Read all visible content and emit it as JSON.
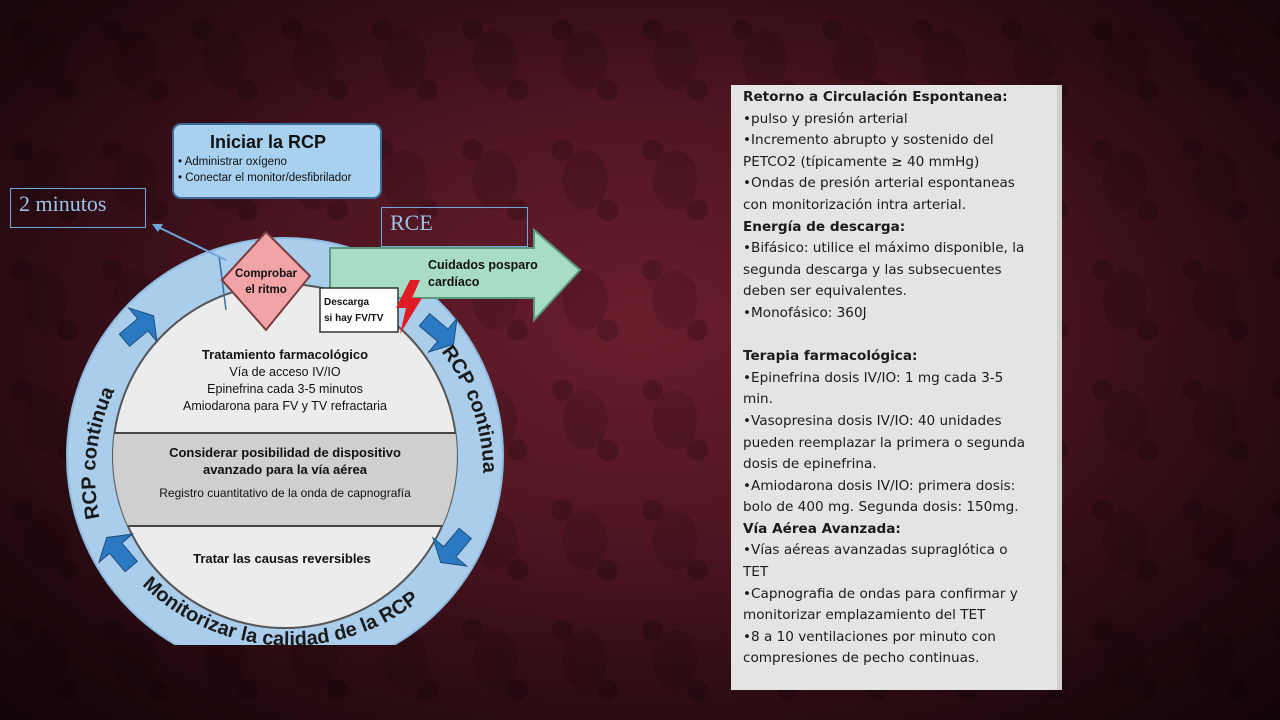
{
  "diagram": {
    "start_box": {
      "title": "Iniciar la RCP",
      "items": [
        "• Administrar oxígeno",
        "• Conectar el monitor/desfibrilador"
      ]
    },
    "rhythm_check": [
      "Comprobar",
      "el ritmo"
    ],
    "shock_box": [
      "Descarga",
      "si hay FV/TV"
    ],
    "post_arrest_arrow": [
      "Cuidados posparo",
      "cardíaco"
    ],
    "sections": {
      "drug": {
        "title": "Tratamiento farmacológico",
        "lines": [
          "Vía de acceso IV/IO",
          "Epinefrina cada 3-5 minutos",
          "Amiodarona para FV y TV refractaria"
        ]
      },
      "airway": {
        "title_lines": [
          "Considerar posibilidad de dispositivo",
          "avanzado para la vía aérea"
        ],
        "line": "Registro cuantitativo de la onda de capnografía"
      },
      "causes": {
        "title": "Tratar las causas reversibles"
      }
    },
    "ring_left": "RCP continua",
    "ring_right": "RCP continua",
    "ring_bottom": "Monitorizar la calidad de la RCP"
  },
  "labels": {
    "two_minutes": "2 minutos",
    "rce": "RCE"
  },
  "panel": {
    "lines": [
      {
        "text": "Retorno a Circulación Espontanea:",
        "bold": true
      },
      {
        "text": "•pulso y presión arterial"
      },
      {
        "text": "•Incremento abrupto y sostenido del"
      },
      {
        "text": "PETCO2 (típicamente ≥ 40 mmHg)"
      },
      {
        "text": "•Ondas de presión arterial espontaneas"
      },
      {
        "text": "con monitorización intra arterial."
      },
      {
        "text": "Energía de descarga:",
        "bold": true
      },
      {
        "text": "•Bifásico: utilice el máximo disponible, la"
      },
      {
        "text": "segunda descarga y las subsecuentes"
      },
      {
        "text": "deben ser equivalentes."
      },
      {
        "text": "•Monofásico: 360J"
      },
      {
        "text": ""
      },
      {
        "text": "Terapia farmacológica:",
        "bold": true
      },
      {
        "text": "•Epinefrina dosis IV/IO: 1 mg cada 3-5"
      },
      {
        "text": "min."
      },
      {
        "text": "•Vasopresina dosis IV/IO: 40 unidades"
      },
      {
        "text": "pueden reemplazar la primera o segunda"
      },
      {
        "text": "dosis de epinefrina."
      },
      {
        "text": "•Amiodarona dosis IV/IO: primera dosis:"
      },
      {
        "text": "bolo de 400 mg. Segunda dosis: 150mg."
      },
      {
        "text": "Vía Aérea Avanzada:",
        "bold": true
      },
      {
        "text": "•Vías aéreas avanzadas supraglótica o"
      },
      {
        "text": "TET"
      },
      {
        "text": "•Capnografia de ondas para confirmar y"
      },
      {
        "text": "monitorizar  emplazamiento del TET"
      },
      {
        "text": "•8 a 10 ventilaciones por minuto con"
      },
      {
        "text": "compresiones de pecho continuas."
      }
    ]
  },
  "colors": {
    "ring_blue": "#a9cdea",
    "box_blue": "#a7d1ee",
    "diamond_pink": "#f2a3a6",
    "arrow_green": "#a8dcc4",
    "bolt_red": "#e01d26",
    "icon_blue": "#2b79c2"
  }
}
